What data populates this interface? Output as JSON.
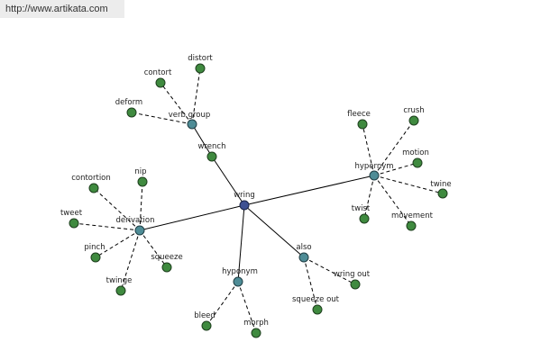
{
  "source_url": "http://www.artikata.com",
  "graph": {
    "center": "wring",
    "colors": {
      "leaf": "#3f8a3f",
      "relation": "#4e8c96",
      "center": "#3d5092"
    },
    "nodes": [
      {
        "id": "wring",
        "label": "wring",
        "kind": "center"
      },
      {
        "id": "verb-group",
        "label": "verb group",
        "kind": "relation"
      },
      {
        "id": "hypernym",
        "label": "hypernym",
        "kind": "relation"
      },
      {
        "id": "derivation",
        "label": "derivation",
        "kind": "relation"
      },
      {
        "id": "hyponym",
        "label": "hyponym",
        "kind": "relation"
      },
      {
        "id": "also",
        "label": "also",
        "kind": "relation"
      },
      {
        "id": "wrench",
        "label": "wrench",
        "kind": "leaf"
      },
      {
        "id": "distort",
        "label": "distort",
        "kind": "leaf"
      },
      {
        "id": "contort",
        "label": "contort",
        "kind": "leaf"
      },
      {
        "id": "deform",
        "label": "deform",
        "kind": "leaf"
      },
      {
        "id": "fleece",
        "label": "fleece",
        "kind": "leaf"
      },
      {
        "id": "crush",
        "label": "crush",
        "kind": "leaf"
      },
      {
        "id": "motion",
        "label": "motion",
        "kind": "leaf"
      },
      {
        "id": "twine",
        "label": "twine",
        "kind": "leaf"
      },
      {
        "id": "movement",
        "label": "movement",
        "kind": "leaf"
      },
      {
        "id": "twist",
        "label": "twist",
        "kind": "leaf"
      },
      {
        "id": "contortion",
        "label": "contortion",
        "kind": "leaf"
      },
      {
        "id": "nip",
        "label": "nip",
        "kind": "leaf"
      },
      {
        "id": "tweet",
        "label": "tweet",
        "kind": "leaf"
      },
      {
        "id": "pinch",
        "label": "pinch",
        "kind": "leaf"
      },
      {
        "id": "squeeze",
        "label": "squeeze",
        "kind": "leaf"
      },
      {
        "id": "twinge",
        "label": "twinge",
        "kind": "leaf"
      },
      {
        "id": "bleed",
        "label": "bleed",
        "kind": "leaf"
      },
      {
        "id": "morph",
        "label": "morph",
        "kind": "leaf"
      },
      {
        "id": "wring-out",
        "label": "wring out",
        "kind": "leaf"
      },
      {
        "id": "squeeze-out",
        "label": "squeeze out",
        "kind": "leaf"
      }
    ],
    "edges": [
      {
        "from": "wring",
        "to": "wrench",
        "style": "solid"
      },
      {
        "from": "wrench",
        "to": "verb-group",
        "style": "solid"
      },
      {
        "from": "wring",
        "to": "hypernym",
        "style": "solid"
      },
      {
        "from": "wring",
        "to": "derivation",
        "style": "solid"
      },
      {
        "from": "wring",
        "to": "hyponym",
        "style": "solid"
      },
      {
        "from": "wring",
        "to": "also",
        "style": "solid"
      },
      {
        "from": "verb-group",
        "to": "distort",
        "style": "dashed"
      },
      {
        "from": "verb-group",
        "to": "contort",
        "style": "dashed"
      },
      {
        "from": "verb-group",
        "to": "deform",
        "style": "dashed"
      },
      {
        "from": "hypernym",
        "to": "fleece",
        "style": "dashed"
      },
      {
        "from": "hypernym",
        "to": "crush",
        "style": "dashed"
      },
      {
        "from": "hypernym",
        "to": "motion",
        "style": "dashed"
      },
      {
        "from": "hypernym",
        "to": "twine",
        "style": "dashed"
      },
      {
        "from": "hypernym",
        "to": "movement",
        "style": "dashed"
      },
      {
        "from": "hypernym",
        "to": "twist",
        "style": "dashed"
      },
      {
        "from": "derivation",
        "to": "contortion",
        "style": "dashed"
      },
      {
        "from": "derivation",
        "to": "nip",
        "style": "dashed"
      },
      {
        "from": "derivation",
        "to": "tweet",
        "style": "dashed"
      },
      {
        "from": "derivation",
        "to": "pinch",
        "style": "dashed"
      },
      {
        "from": "derivation",
        "to": "squeeze",
        "style": "dashed"
      },
      {
        "from": "derivation",
        "to": "twinge",
        "style": "dashed"
      },
      {
        "from": "hyponym",
        "to": "bleed",
        "style": "dashed"
      },
      {
        "from": "hyponym",
        "to": "morph",
        "style": "dashed"
      },
      {
        "from": "also",
        "to": "wring-out",
        "style": "dashed"
      },
      {
        "from": "also",
        "to": "squeeze-out",
        "style": "dashed"
      }
    ]
  }
}
